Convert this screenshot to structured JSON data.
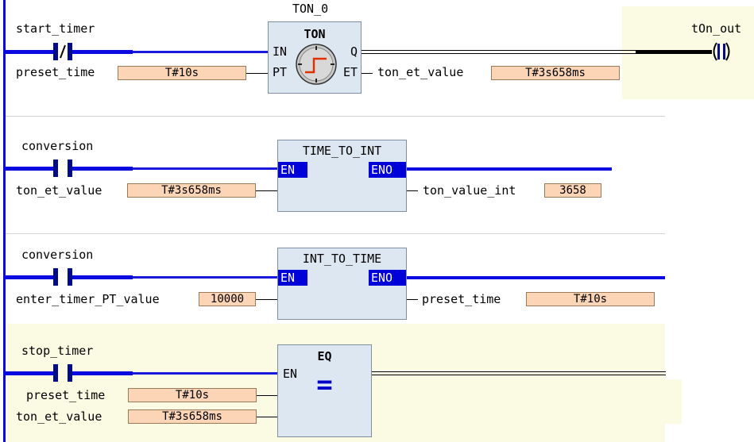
{
  "rung1": {
    "instance_name": "TON_0",
    "block_type": "TON",
    "contact_label": "start_timer",
    "pin_in": "IN",
    "pin_pt": "PT",
    "pin_q": "Q",
    "pin_et": "ET",
    "preset_label": "preset_time",
    "preset_value": "T#10s",
    "et_label": "ton_et_value",
    "et_value": "T#3s658ms",
    "coil_label": "tOn_out"
  },
  "rung2": {
    "block_type": "TIME_TO_INT",
    "contact_label": "conversion",
    "pin_en": "EN",
    "pin_eno": "ENO",
    "input_label": "ton_et_value",
    "input_value": "T#3s658ms",
    "output_label": "ton_value_int",
    "output_value": "3658"
  },
  "rung3": {
    "block_type": "INT_TO_TIME",
    "contact_label": "conversion",
    "pin_en": "EN",
    "pin_eno": "ENO",
    "input_label": "enter_timer_PT_value",
    "input_value": "10000",
    "output_label": "preset_time",
    "output_value": "T#10s"
  },
  "rung4": {
    "block_type": "EQ",
    "symbol": "=",
    "contact_label": "stop_timer",
    "pin_en": "EN",
    "in1_label": "preset_time",
    "in1_value": "T#10s",
    "in2_label": "ton_et_value",
    "in2_value": "T#3s658ms"
  },
  "colors": {
    "power_flow": "#0a0ae0",
    "block_fill": "#dde7f2",
    "value_fill": "#fbd5b5",
    "highlight": "#fbfbe3"
  }
}
